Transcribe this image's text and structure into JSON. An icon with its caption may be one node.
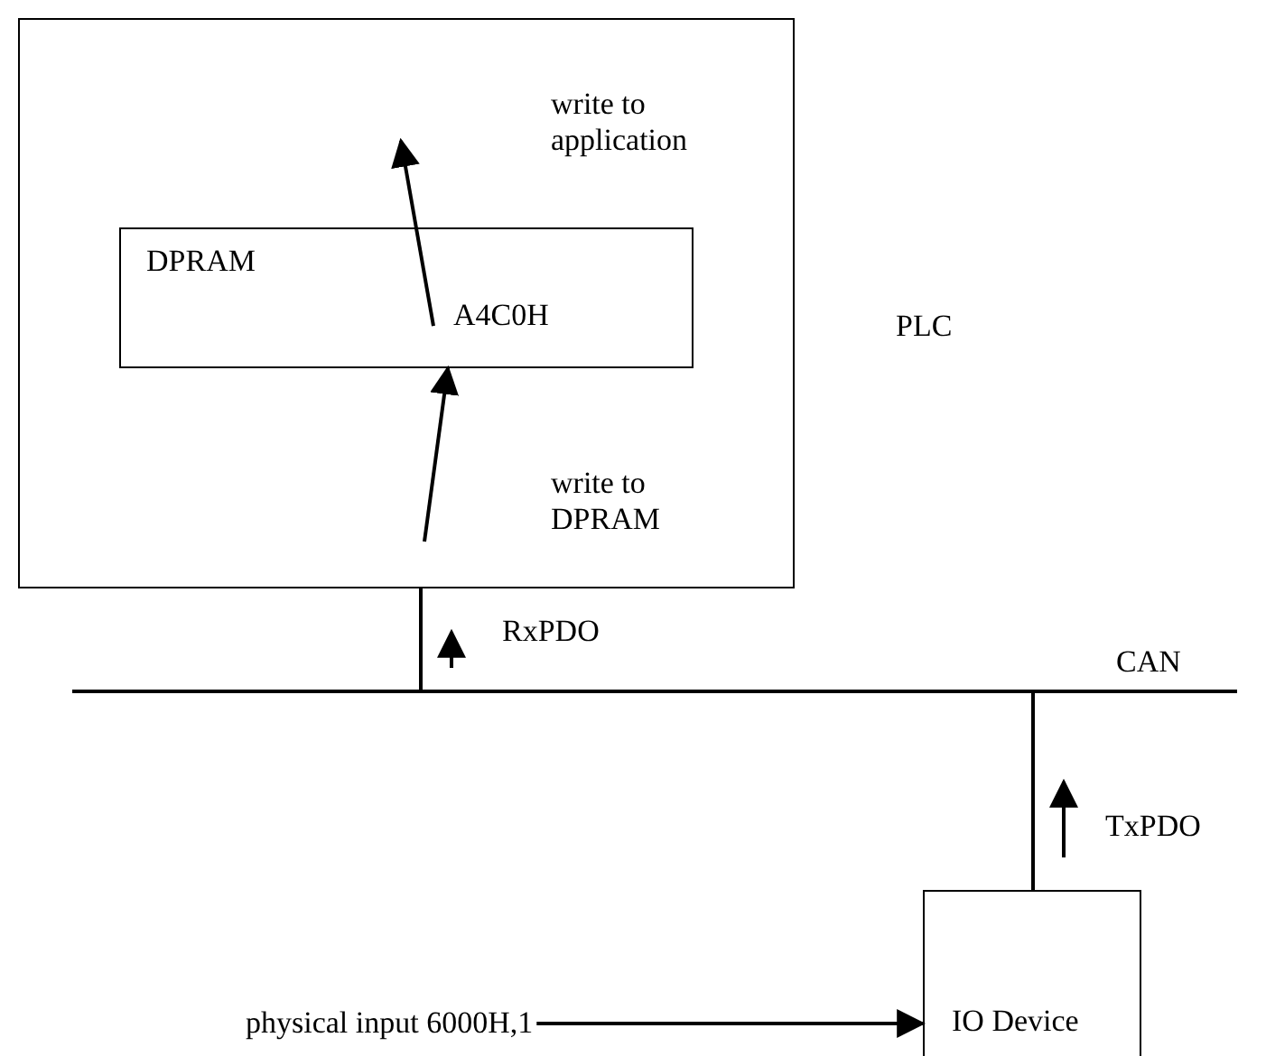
{
  "diagram": {
    "nodes": [
      {
        "text": [
          "PLC"
        ]
      },
      {
        "text": [
          "DPRAM",
          "A4C0H"
        ],
        "in": 0
      },
      {
        "text": [],
        "shape": "bar",
        "beside": [
          "CAN"
        ]
      },
      {
        "text": [
          "physical input 6000H,1"
        ]
      },
      {
        "text": [
          "IO Device"
        ]
      }
    ],
    "edges": [
      {
        "from": null,
        "to": 1,
        "arrow": "to",
        "label": "write to DPRAM"
      },
      {
        "from": 1,
        "to": null,
        "arrow": "to",
        "label": "write to application"
      },
      {
        "from": 0,
        "to": 2,
        "arrow": "none"
      },
      {
        "from": 4,
        "to": 2,
        "arrow": "none"
      },
      {
        "from": 3,
        "to": 4,
        "arrow": "to"
      }
    ],
    "labels": [
      "RxPDO",
      "TxPDO"
    ]
  }
}
